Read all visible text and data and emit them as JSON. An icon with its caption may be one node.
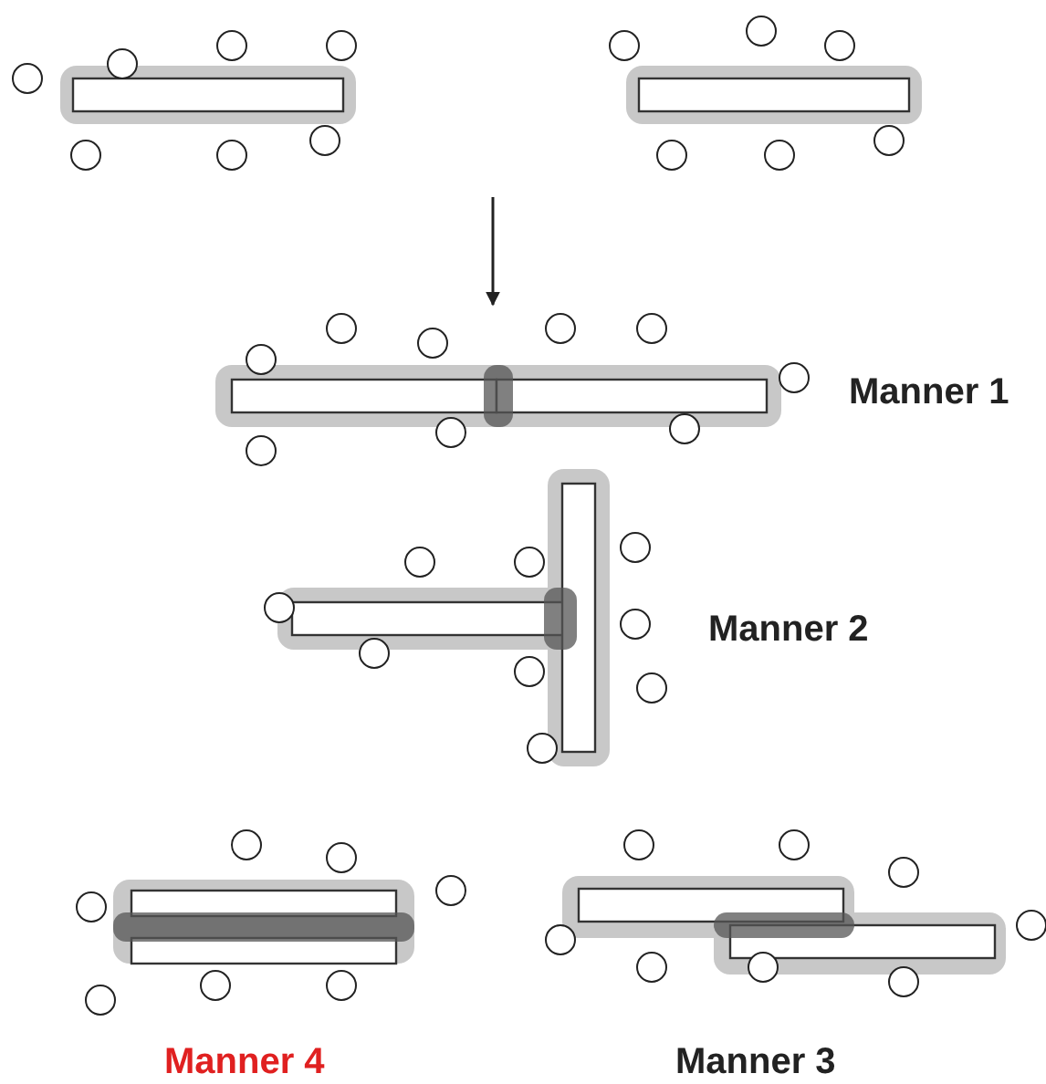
{
  "diagram": {
    "labels": [
      "Manner 1",
      "Manner 2",
      "Manner 4",
      "Manner 3"
    ]
  }
}
